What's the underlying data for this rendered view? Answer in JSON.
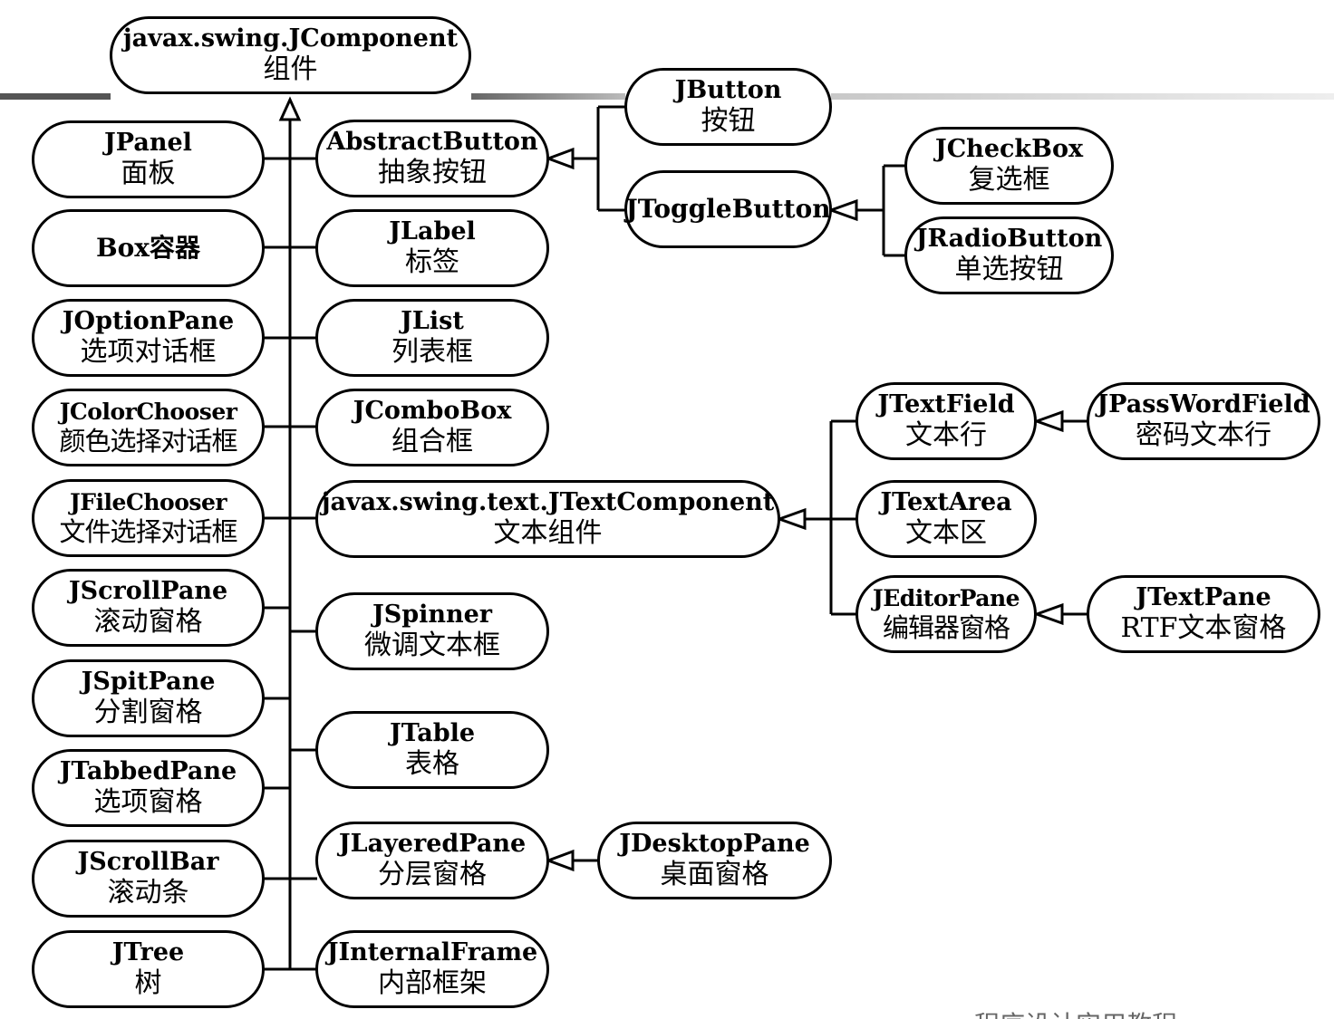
{
  "nodes": {
    "jcomponent": {
      "en": "javax.swing.JComponent",
      "zh": "组件"
    },
    "jpanel": {
      "en": "JPanel",
      "zh": "面板"
    },
    "box": {
      "en": "Box容器"
    },
    "joptionpane": {
      "en": "JOptionPane",
      "zh": "选项对话框"
    },
    "jcolorchooser": {
      "en": "JColorChooser",
      "zh": "颜色选择对话框"
    },
    "jfilechooser": {
      "en": "JFileChooser",
      "zh": "文件选择对话框"
    },
    "jscrollpane": {
      "en": "JScrollPane",
      "zh": "滚动窗格"
    },
    "jspitpane": {
      "en": "JSpitPane",
      "zh": "分割窗格"
    },
    "jtabbedpane": {
      "en": "JTabbedPane",
      "zh": "选项窗格"
    },
    "jscrollbar": {
      "en": "JScrollBar",
      "zh": "滚动条"
    },
    "jtree": {
      "en": "JTree",
      "zh": "树"
    },
    "abstractbutton": {
      "en": "AbstractButton",
      "zh": "抽象按钮"
    },
    "jlabel": {
      "en": "JLabel",
      "zh": "标签"
    },
    "jlist": {
      "en": "JList",
      "zh": "列表框"
    },
    "jcombobox": {
      "en": "JComboBox",
      "zh": "组合框"
    },
    "jtextcomponent": {
      "en": "javax.swing.text.JTextComponent",
      "zh": "文本组件"
    },
    "jspinner": {
      "en": "JSpinner",
      "zh": "微调文本框"
    },
    "jtable": {
      "en": "JTable",
      "zh": "表格"
    },
    "jlayeredpane": {
      "en": "JLayeredPane",
      "zh": "分层窗格"
    },
    "jinternalframe": {
      "en": "JInternalFrame",
      "zh": "内部框架"
    },
    "jbutton": {
      "en": "JButton",
      "zh": "按钮"
    },
    "jtogglebutton": {
      "en": "JToggleButton"
    },
    "jcheckbox": {
      "en": "JCheckBox",
      "zh": "复选框"
    },
    "jradiobutton": {
      "en": "JRadioButton",
      "zh": "单选按钮"
    },
    "jtextfield": {
      "en": "JTextField",
      "zh": "文本行"
    },
    "jpasswordfield": {
      "en": "JPassWordField",
      "zh": "密码文本行"
    },
    "jtextarea": {
      "en": "JTextArea",
      "zh": "文本区"
    },
    "jeditorpane": {
      "en": "JEditorPane",
      "zh": "编辑器窗格"
    },
    "jtextpane": {
      "en": "JTextPane",
      "zh": "RTF文本窗格"
    },
    "jdesktoppane": {
      "en": "JDesktopPane",
      "zh": "桌面窗格"
    }
  },
  "footer_text": "程序设计实用教程"
}
